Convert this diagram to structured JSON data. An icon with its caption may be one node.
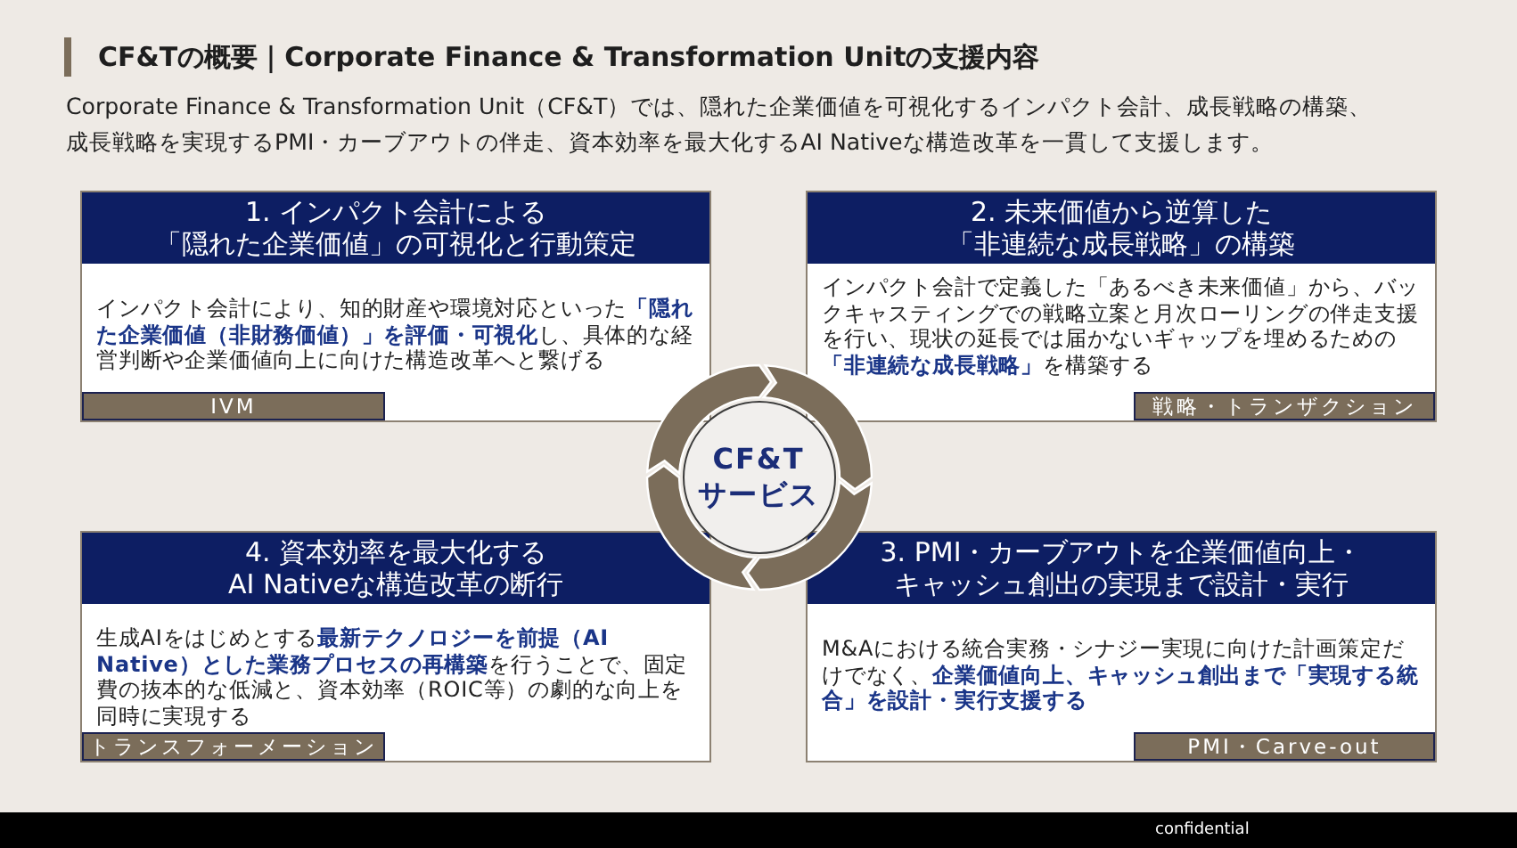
{
  "diagram": {
    "title": "CF&Tの概要｜Corporate Finance & Transformation Unitの支援内容",
    "nodes": [
      {
        "text": [
          "1. インパクト会計による「隠れた企業価値」の可視化と行動策定",
          "インパクト会計により、知的財産や環境対応といった**「隠れた企業価値（非財務価値）」を評価・可視化**し、具体的な経営判断や企業価値向上に向けた構造改革へと繋げる"
        ]
      },
      {
        "text": [
          "IVM"
        ],
        "in": 0
      },
      {
        "text": [
          "2. 未来価値から逆算した「非連続な成長戦略」の構築",
          "インパクト会計で定義した「あるべき未来価値」から、バックキャスティングでの戦略立案と月次ローリングの伴走支援を行い、現状の延長では届かないギャップを埋めるための**「非連続な成長戦略」**を構築する"
        ]
      },
      {
        "text": [
          "戦略・トランザクション"
        ],
        "in": 2
      },
      {
        "text": [
          "CF&T",
          "サービス"
        ]
      },
      {
        "text": [
          "4. 資本効率を最大化するAI Nativeな構造改革の断行",
          "生成AIをはじめとする**最新テクノロジーを前提（AI Native）とした業務プロセスの再構築**を行うことで、固定費の抜本的な低減と、資本効率（ROIC等）の劇的な向上を同時に実現する"
        ]
      },
      {
        "text": [
          "トランスフォーメーション"
        ],
        "in": 5
      },
      {
        "text": [
          "3. PMI・カーブアウトを企業価値向上・キャッシュ創出の実現まで設計・実行",
          "M&Aにおける統合実務・シナジー実現に向けた計画策定だけでなく、**企業価値向上、キャッシュ創出まで「実現する統合」を設計・実行支援する**"
        ]
      },
      {
        "text": [
          "PMI・Carve-out"
        ],
        "in": 7
      }
    ],
    "labels": [
      "Corporate Finance & Transformation Unit（CF&T）では、隠れた企業価値を可視化するインパクト会計、成長戦略の構築、成長戦略を実現するPMI・カーブアウトの伴走、資本効率を最大化するAI Nativeな構造改革を一貫して支援します。",
      "confidential"
    ]
  }
}
